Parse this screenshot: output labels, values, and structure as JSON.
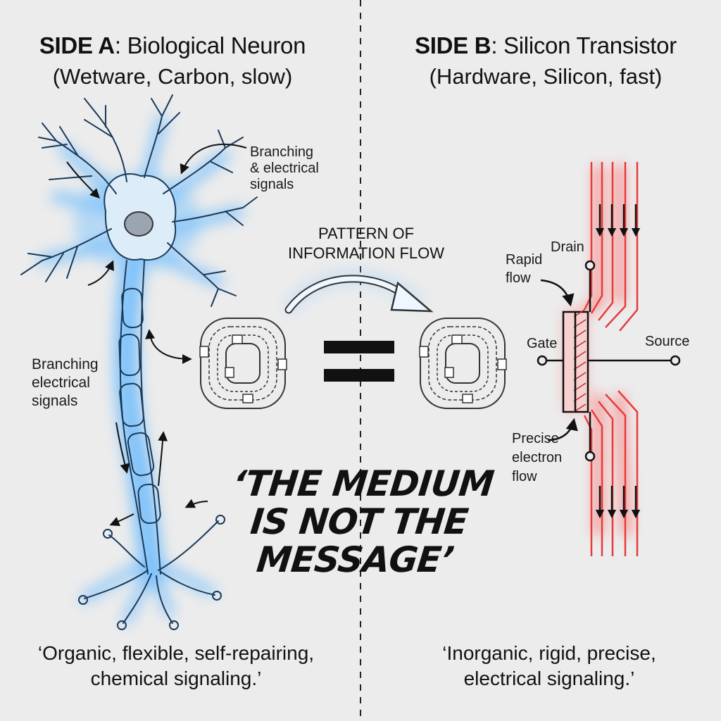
{
  "side_a": {
    "prefix": "SIDE A",
    "title": ": Biological Neuron",
    "subtitle": "(Wetware, Carbon, slow)",
    "label_top": [
      "Branching",
      "& electrical",
      "signals"
    ],
    "label_left": [
      "Branching",
      "electrical",
      "signals"
    ],
    "caption_line1": "‘Organic, flexible, self-repairing,",
    "caption_line2": "chemical signaling.’"
  },
  "side_b": {
    "prefix": "SIDE B",
    "title": ": Silicon Transistor",
    "subtitle": "(Hardware, Silicon, fast)",
    "label_drain": "Drain",
    "label_rapid": [
      "Rapid",
      "flow"
    ],
    "label_gate": "Gate",
    "label_source": "Source",
    "label_precise": [
      "Precise",
      "electron",
      "flow"
    ],
    "caption_line1": "‘Inorganic, rigid, precise,",
    "caption_line2": "electrical signaling.’"
  },
  "center": {
    "flow_label_line1": "PATTERN OF",
    "flow_label_line2": "INFORMATION FLOW",
    "equals": "=",
    "tagline_line1": "‘THE MEDIUM",
    "tagline_line2": "IS NOT THE",
    "tagline_line3": "MESSAGE’"
  },
  "colors": {
    "neuron_blue": "#4aa8f0",
    "circuit_red": "#e83b3b",
    "ink": "#111111",
    "background": "#ececec"
  }
}
